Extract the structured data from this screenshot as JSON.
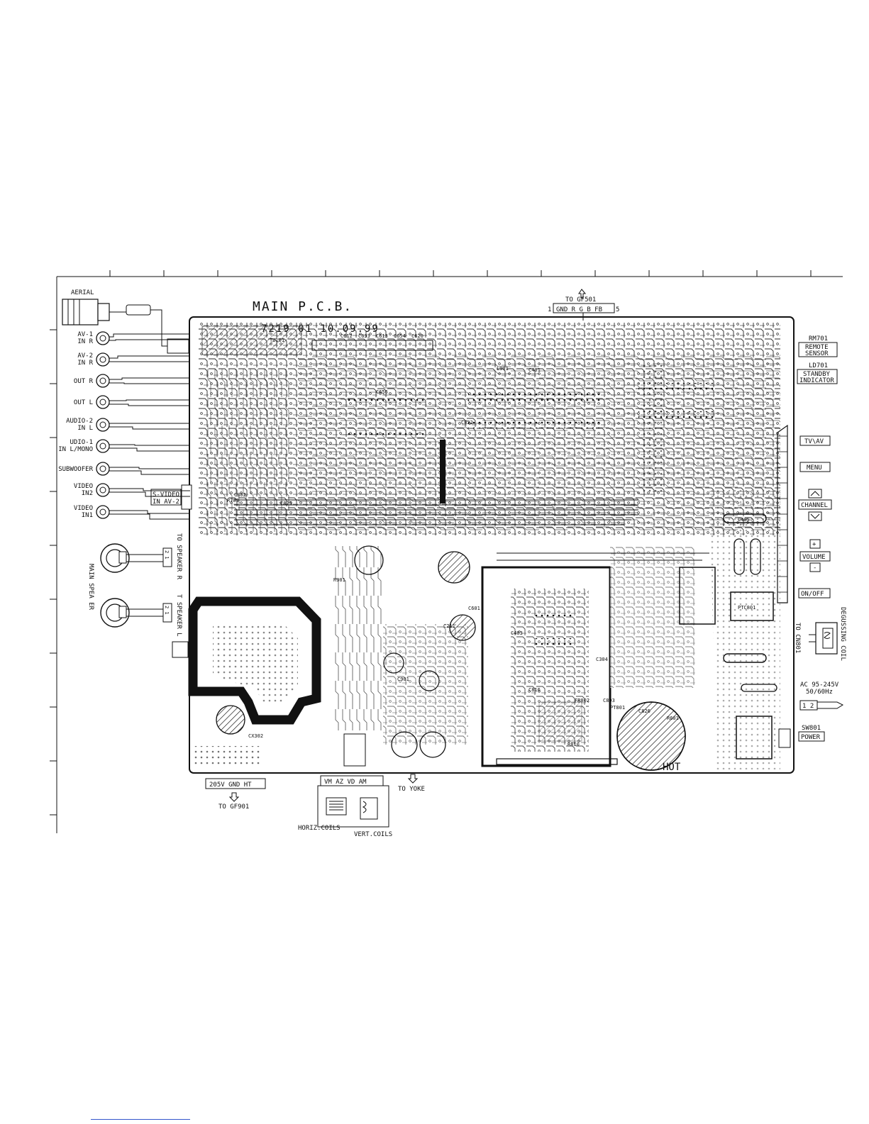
{
  "board": {
    "title": "MAIN P.C.B.",
    "code": "7219 01 10.09.99",
    "hot_label": "HOT",
    "tuner": "TU101"
  },
  "left_connectors": [
    {
      "label": "AERIAL"
    },
    {
      "label": "AV-1",
      "sub": "IN R"
    },
    {
      "label": "AV-2",
      "sub": "IN R"
    },
    {
      "label": "OUT R"
    },
    {
      "label": "OUT L"
    },
    {
      "label": "AUDIO-2",
      "sub": "IN L"
    },
    {
      "label": "UDIO-1",
      "sub": "IN L/MONO"
    },
    {
      "label": "SUBWOOFER"
    },
    {
      "label": "VIDEO",
      "sub": "IN2"
    },
    {
      "label": "VIDEO",
      "sub": "IN1"
    }
  ],
  "svideo": {
    "line1": "S-VIDEO",
    "line2": "IN AV-2"
  },
  "speakers": {
    "main_label": "MAIN SPEA ER",
    "speaker_r": "TO SPEAKER R",
    "speaker_l": "T SPEAKER L",
    "pins": "2 1"
  },
  "top_connector": {
    "to": "TO GF501",
    "left_pin": "1",
    "right_pin": "5",
    "pins": "GND R G B FB"
  },
  "right_labels": [
    {
      "line1": "RM701",
      "line2": "REMOTE",
      "line3": "SENSOR"
    },
    {
      "line1": "LD701",
      "line2": "STANDBY",
      "line3": "INDICATOR"
    }
  ],
  "buttons": {
    "tvav": "TV\\AV",
    "menu": "MENU",
    "channel": "CHANNEL",
    "volume": "VOLUME",
    "vol_plus": "+",
    "vol_minus": "-",
    "onoff": "ON/OFF"
  },
  "degauss": {
    "label": "DEGUSSING COIL",
    "to": "TO CN801",
    "ptc": "PTC801"
  },
  "power": {
    "ac": "AC 95-245V",
    "hz": "50/60Hz",
    "pins": "1 2",
    "switch": "SW801",
    "switch_label": "POWER"
  },
  "bottom": {
    "gf901_pins": "205V  GND  HT",
    "gf901_to": "TO GF901",
    "yoke_pins": "VM   AZ VD AM",
    "horiz": "HORIZ.COILS",
    "vert": "VERT.COILS",
    "yoke_to": "TO YOKE"
  },
  "components": [
    "C612",
    "C633",
    "C613",
    "C654",
    "C620",
    "C656",
    "C401",
    "R810",
    "C403",
    "C211",
    "C816",
    "C803",
    "FR802",
    "PT801",
    "C826",
    "C822",
    "C601",
    "R601",
    "C901",
    "R901",
    "C825",
    "L901",
    "C405",
    "R703",
    "C302",
    "CX302",
    "C304"
  ]
}
